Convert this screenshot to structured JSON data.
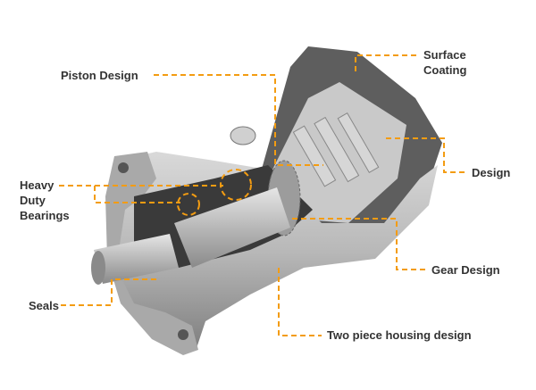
{
  "labels": {
    "piston": "Piston Design",
    "surface_1": "Surface",
    "surface_2": "Coating",
    "design": "Design",
    "bearings_1": "Heavy",
    "bearings_2": "Duty",
    "bearings_3": "Bearings",
    "gear": "Gear Design",
    "seals": "Seals",
    "housing": "Two piece housing design"
  },
  "colors": {
    "leader": "#f39c12",
    "text": "#333333"
  }
}
